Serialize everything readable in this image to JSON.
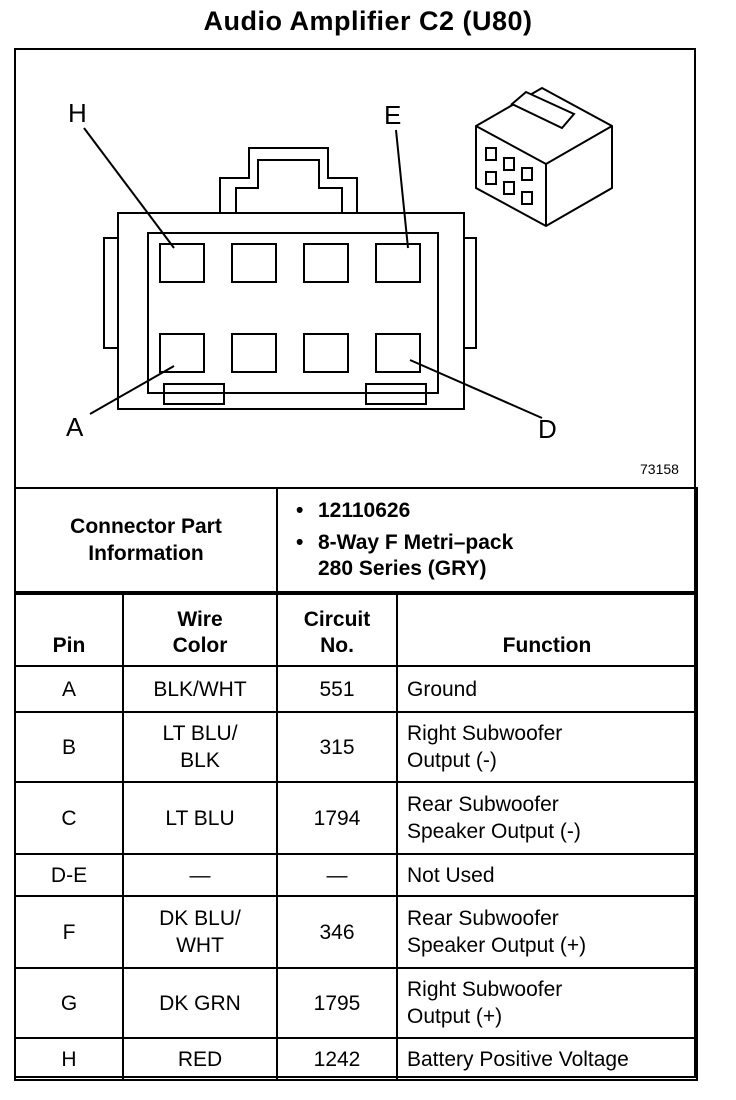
{
  "title": "Audio Amplifier C2 (U80)",
  "diagram": {
    "pin_labels": {
      "h": "H",
      "e": "E",
      "a": "A",
      "d": "D"
    },
    "reference_number": "73158"
  },
  "connector_info": {
    "label": "Connector Part\nInformation",
    "items": [
      "12110626",
      "8-Way F Metri–pack\n280 Series (GRY)"
    ]
  },
  "table": {
    "headers": {
      "pin": "Pin",
      "wire_color": "Wire\nColor",
      "circuit": "Circuit\nNo.",
      "function": "Function"
    },
    "rows": [
      {
        "pin": "A",
        "wire": "BLK/WHT",
        "circuit": "551",
        "function": "Ground"
      },
      {
        "pin": "B",
        "wire": "LT BLU/\nBLK",
        "circuit": "315",
        "function": "Right Subwoofer\nOutput (-)"
      },
      {
        "pin": "C",
        "wire": "LT BLU",
        "circuit": "1794",
        "function": "Rear Subwoofer\nSpeaker Output (-)"
      },
      {
        "pin": "D-E",
        "wire": "—",
        "circuit": "—",
        "function": "Not Used"
      },
      {
        "pin": "F",
        "wire": "DK BLU/\nWHT",
        "circuit": "346",
        "function": "Rear Subwoofer\nSpeaker Output (+)"
      },
      {
        "pin": "G",
        "wire": "DK GRN",
        "circuit": "1795",
        "function": "Right Subwoofer\nOutput (+)"
      },
      {
        "pin": "H",
        "wire": "RED",
        "circuit": "1242",
        "function": "Battery Positive Voltage"
      }
    ]
  }
}
